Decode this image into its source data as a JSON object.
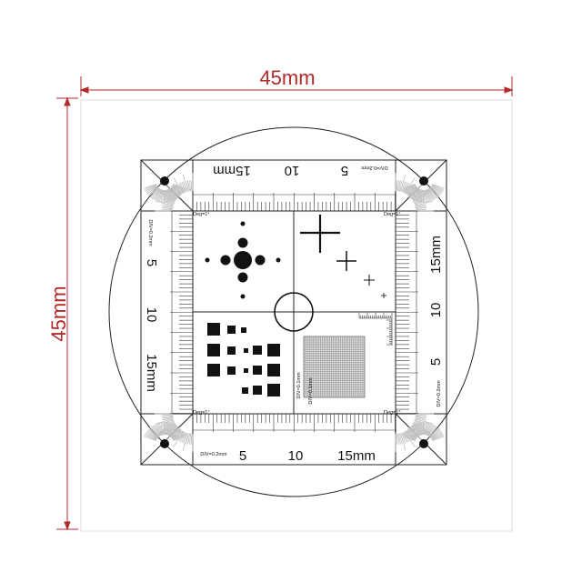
{
  "dimensions": {
    "width_label": "45mm",
    "height_label": "45mm",
    "color": "#b32a2a"
  },
  "scales": {
    "top": [
      "15mm",
      "10",
      "5"
    ],
    "bottom": [
      "5",
      "10",
      "15mm"
    ],
    "left": [
      "5",
      "10",
      "15mm"
    ],
    "right": [
      "15mm",
      "10",
      "5"
    ],
    "div_labels": {
      "top": "DIV=0.2mm",
      "bottom": "DIV=0.2mm",
      "left": "DIV=0.2mm",
      "right": "DIV=0.2mm"
    }
  },
  "corners": {
    "top_left": "Deg=1°",
    "top_right": "Deg=1°",
    "bottom_left": "Deg=1°",
    "bottom_right": "Deg=1°"
  },
  "grid_labels": {
    "div_1": "DIV=0.1mm",
    "div_2": "DIV=0.1mm"
  },
  "colors": {
    "ink": "#111111",
    "fan": "#bdbdbd"
  }
}
